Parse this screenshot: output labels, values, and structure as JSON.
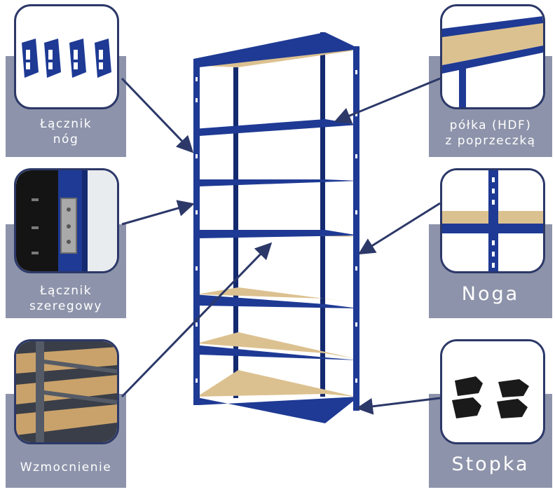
{
  "colors": {
    "frame": "#1e3a94",
    "frame_dark": "#142a70",
    "board": "#dcc190",
    "panel": "#8d93aa",
    "callout_line": "#2c3868"
  },
  "labels": {
    "laczynik_nog": "Łącznik\nnóg",
    "laczynik_szeregowy": "Łącznik\nszeregowy",
    "wzmocnienie": "Wzmocnienie",
    "polka": "półka (HDF)\nz poprzeczką",
    "noga": "Noga",
    "stopka": "Stopka"
  },
  "icons": {
    "laczynik_nog": "leg-connector-brackets-icon",
    "laczynik_szeregowy": "serial-connector-bracket-icon",
    "wzmocnienie": "reinforcement-underside-icon",
    "polka": "shelf-board-icon",
    "noga": "upright-leg-icon",
    "stopka": "plastic-feet-icon"
  }
}
